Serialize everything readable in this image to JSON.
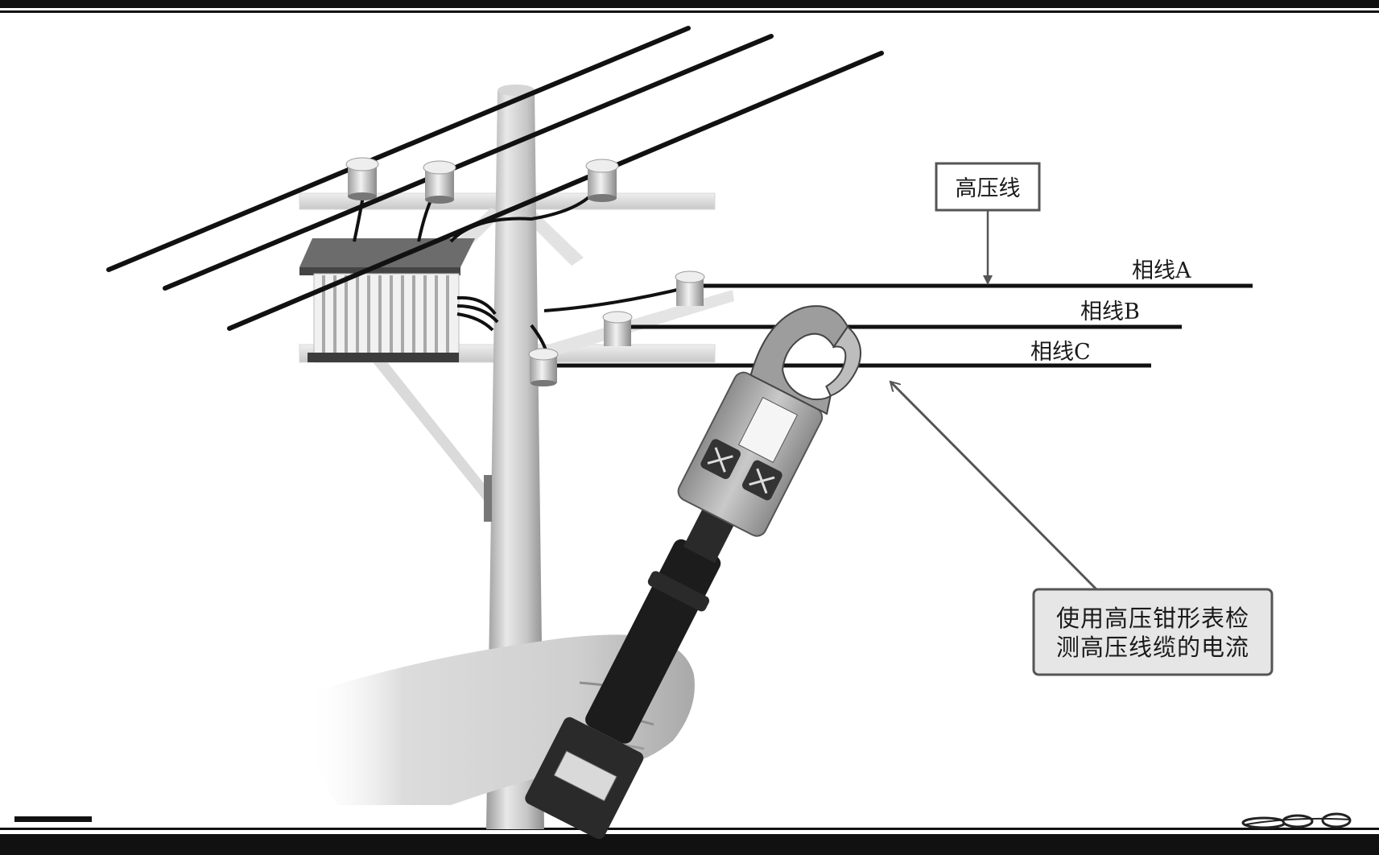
{
  "labels": {
    "hv_line_box": "高压线",
    "phase_a": "相线A",
    "phase_b": "相线B",
    "phase_c": "相线C",
    "callout_line1": "使用高压钳形表检",
    "callout_line2": "测高压线缆的电流"
  },
  "colors": {
    "background": "#ffffff",
    "line": "#111111",
    "pole": "#c4c4c4",
    "callout_fill": "#e6e6e6",
    "callout_stroke": "#555555"
  }
}
